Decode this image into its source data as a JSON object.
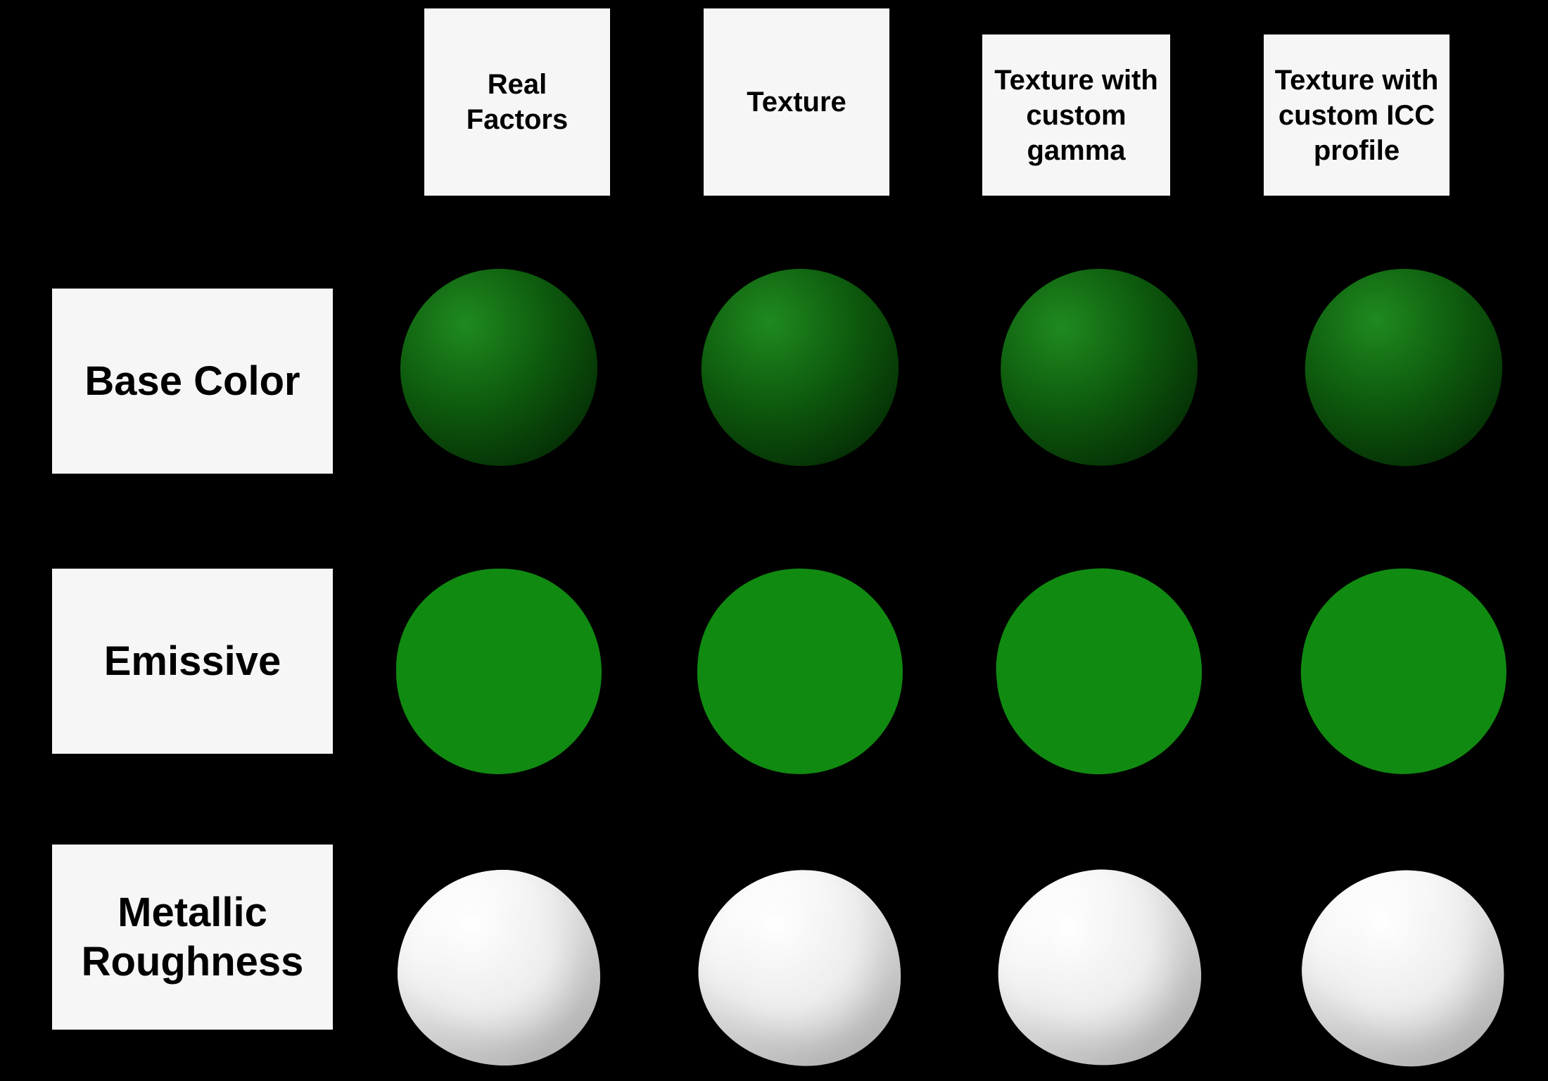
{
  "figure": {
    "columns": [
      "Real Factors",
      "Texture",
      "Texture with custom gamma",
      "Texture with custom ICC profile"
    ],
    "rows": [
      "Base Color",
      "Emissive",
      "Metallic Roughness"
    ]
  },
  "colors": {
    "background": "#000000",
    "label_box_bg": "#f6f6f6",
    "label_text": "#000000",
    "base_color_sphere": {
      "highlight": "#1f8a1f",
      "mid": "#0e5c0e",
      "shadow": "#063306",
      "edge": "#042304"
    },
    "emissive_sphere": {
      "fill": "#118a11"
    },
    "metallic_roughness_sphere": {
      "highlight": "#ffffff",
      "mid": "#ededed",
      "shadow": "#cfcfcf",
      "edge": "#c2c2c2"
    }
  }
}
